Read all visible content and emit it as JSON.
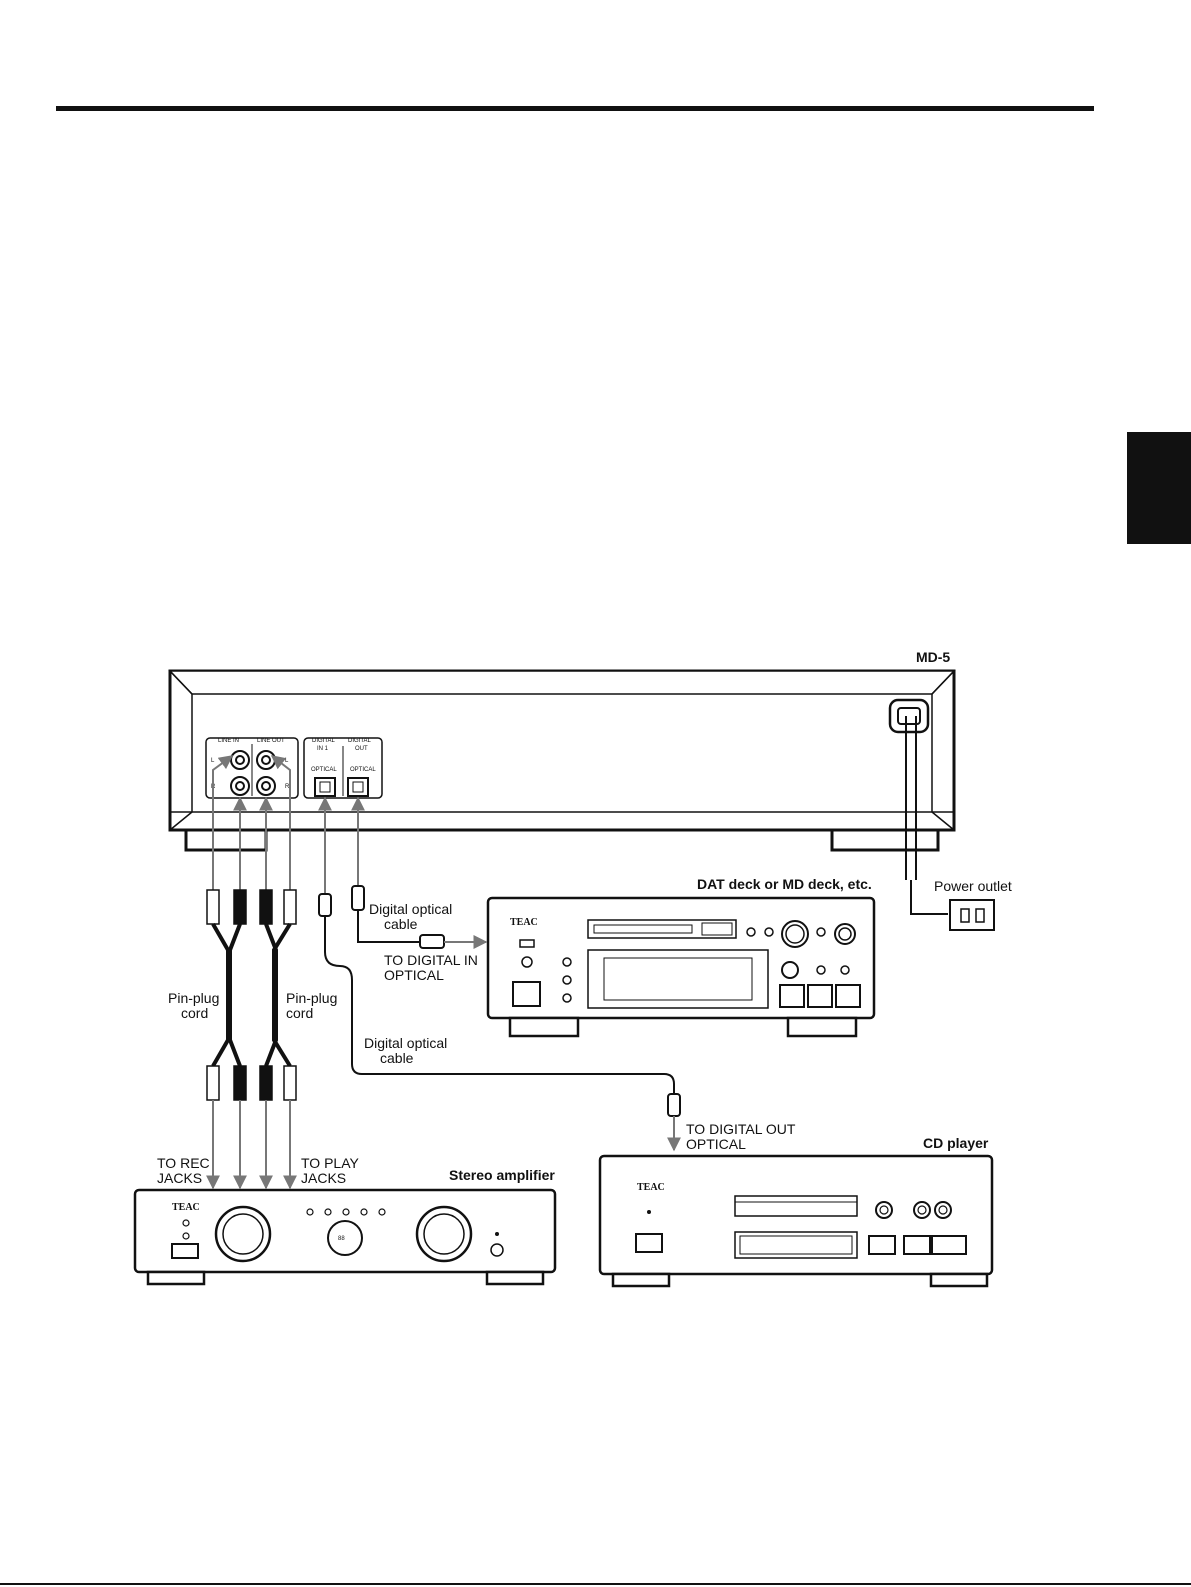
{
  "devices": {
    "md5": {
      "name": "MD-5",
      "line_in": "LINE IN",
      "line_out": "LINE OUT",
      "digital_in": "DIGITAL",
      "digital_in_sub": "IN 1",
      "digital_out": "DIGITAL",
      "digital_out_sub": "OUT",
      "optical_in": "OPTICAL",
      "optical_out": "OPTICAL",
      "l": "L",
      "r": "R"
    },
    "dat": {
      "name": "DAT deck or MD deck, etc.",
      "brand": "TEAC"
    },
    "amp": {
      "name": "Stereo amplifier",
      "brand": "TEAC",
      "display": "88"
    },
    "cd": {
      "name": "CD player",
      "brand": "TEAC"
    }
  },
  "labels": {
    "power_outlet": "Power outlet",
    "optical_cable_1_line1": "Digital optical",
    "optical_cable_1_line2": "cable",
    "to_digital_in_line1": "TO DIGITAL IN",
    "to_digital_in_line2": "OPTICAL",
    "pinplug_left_line1": "Pin-plug",
    "pinplug_left_line2": "cord",
    "pinplug_right_line1": "Pin-plug",
    "pinplug_right_line2": "cord",
    "optical_cable_2_line1": "Digital optical",
    "optical_cable_2_line2": "cable",
    "to_digital_out_line1": "TO DIGITAL OUT",
    "to_digital_out_line2": "OPTICAL",
    "to_rec_line1": "TO REC",
    "to_rec_line2": "JACKS",
    "to_play_line1": "TO PLAY",
    "to_play_line2": "JACKS"
  }
}
